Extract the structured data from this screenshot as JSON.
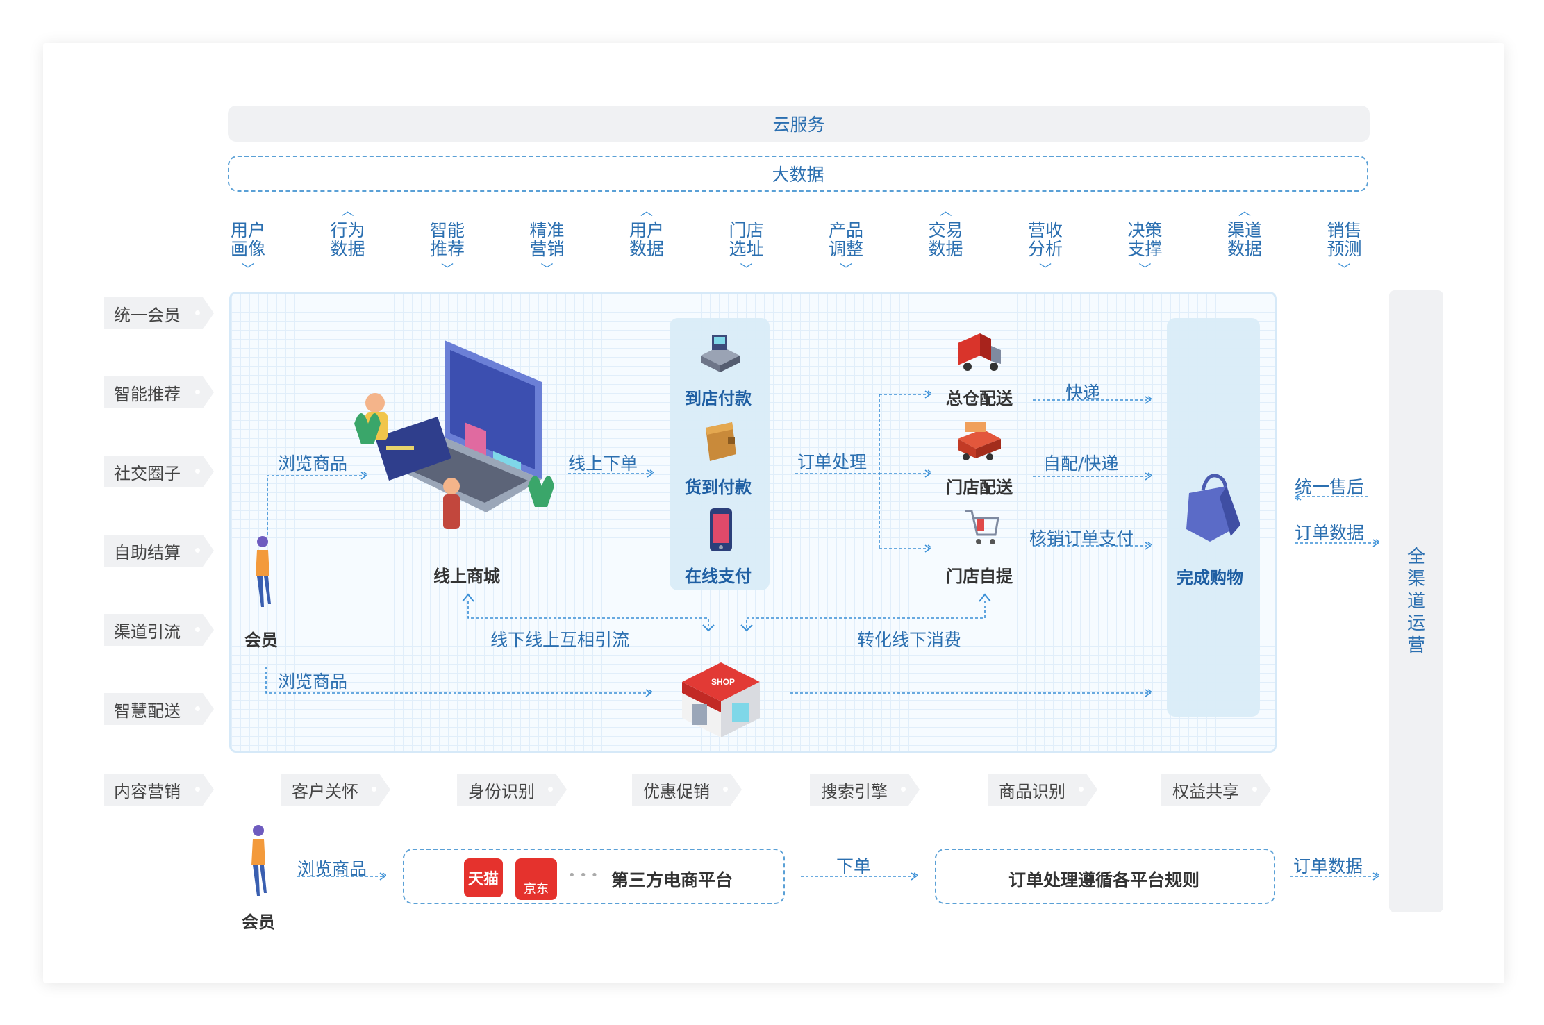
{
  "top": {
    "cloud": "云服务",
    "bigdata": "大数据"
  },
  "data_caps": [
    {
      "line1": "用户",
      "line2": "画像",
      "arrow": "down"
    },
    {
      "line1": "行为",
      "line2": "数据",
      "arrow": "up"
    },
    {
      "line1": "智能",
      "line2": "推荐",
      "arrow": "down"
    },
    {
      "line1": "精准",
      "line2": "营销",
      "arrow": "down"
    },
    {
      "line1": "用户",
      "line2": "数据",
      "arrow": "up"
    },
    {
      "line1": "门店",
      "line2": "选址",
      "arrow": "down"
    },
    {
      "line1": "产品",
      "line2": "调整",
      "arrow": "down"
    },
    {
      "line1": "交易",
      "line2": "数据",
      "arrow": "up"
    },
    {
      "line1": "营收",
      "line2": "分析",
      "arrow": "down"
    },
    {
      "line1": "决策",
      "line2": "支撑",
      "arrow": "down"
    },
    {
      "line1": "渠道",
      "line2": "数据",
      "arrow": "up"
    },
    {
      "line1": "销售",
      "line2": "预测",
      "arrow": "down"
    }
  ],
  "left_pills": [
    "统一会员",
    "智能推荐",
    "社交圈子",
    "自助结算",
    "渠道引流",
    "智慧配送",
    "内容营销"
  ],
  "bottom_pills": [
    "客户关怀",
    "身份识别",
    "优惠促销",
    "搜索引擎",
    "商品识别",
    "权益共享"
  ],
  "flow": {
    "member": "会员",
    "browse_goods": "浏览商品",
    "online_mall": "线上商城",
    "online_order": "线上下单",
    "pay_in_store": "到店付款",
    "cash_on_delivery": "货到付款",
    "online_pay": "在线支付",
    "order_processing": "订单处理",
    "warehouse_delivery": "总仓配送",
    "store_delivery": "门店配送",
    "store_pickup": "门店自提",
    "express": "快递",
    "self_express": "自配/快递",
    "verify_pay": "核销订单支付",
    "complete_purchase": "完成购物",
    "mutual_drainage": "线下线上互相引流",
    "convert_offline": "转化线下消费",
    "shop_sign": "SHOP",
    "unified_after_sales": "统一售后",
    "order_data": "订单数据"
  },
  "third_party": {
    "member": "会员",
    "browse_goods": "浏览商品",
    "tmall": "天猫",
    "jd": "京东",
    "ellipsis": "• • •",
    "platform": "第三方电商平台",
    "place_order": "下单",
    "rules": "订单处理遵循各平台规则",
    "order_data": "订单数据"
  },
  "side": {
    "omni_channel": [
      "全",
      "渠",
      "道",
      "运",
      "营"
    ]
  },
  "colors": {
    "accent": "#2b6fb0",
    "line": "#3a8fd6",
    "panel": "#d9ecf8",
    "grid": "#e1eefa",
    "tmall": "#e5322d",
    "jd": "#e5322d"
  },
  "icons": [
    "laptop-mall-icon",
    "cash-register-icon",
    "wallet-icon",
    "phone-pay-icon",
    "truck-icon",
    "fire-truck-icon",
    "shopping-cart-icon",
    "shopping-bag-icon",
    "shop-icon",
    "person-icon",
    "tmall-icon",
    "jd-icon"
  ]
}
